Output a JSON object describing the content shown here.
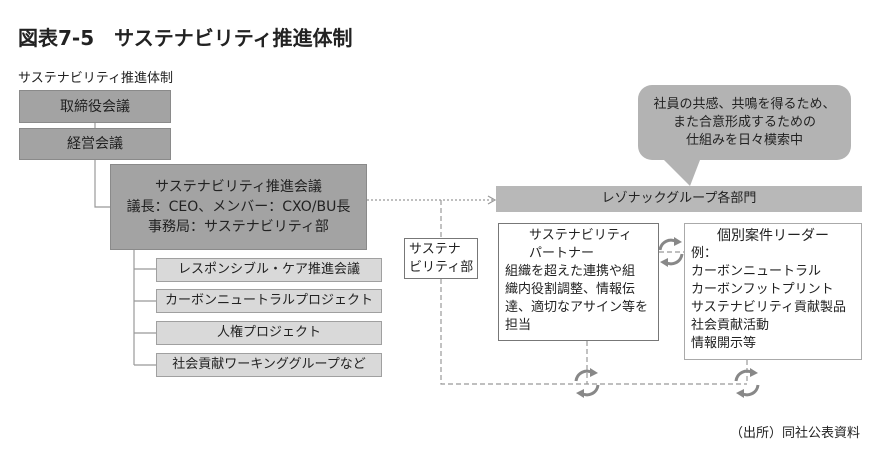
{
  "title": "図表7-5　サステナビリティ推進体制",
  "subtitle": "サステナビリティ推進体制",
  "board": "取締役会議",
  "management": "経営会議",
  "council": {
    "line1": "サステナビリティ推進会議",
    "line2": "議長：CEO、メンバー：CXO/BU長",
    "line3": "事務局：サステナビリティ部"
  },
  "subcommittees": [
    "レスポンシブル・ケア推進会議",
    "カーボンニュートラルプロジェクト",
    "人権プロジェクト",
    "社会貢献ワーキンググループなど"
  ],
  "callout": [
    "社員の共感、共鳴を得るため、",
    "また合意形成するための",
    "仕組みを日々模索中"
  ],
  "departments": "レゾナックグループ各部門",
  "sustainability_dept": [
    "サステナ",
    "ビリティ部"
  ],
  "partner": {
    "title": [
      "サステナビリティ",
      "パートナー"
    ],
    "body": [
      "組織を超えた連携や組",
      "織内役割調整、情報伝",
      "達、適切なアサイン等を",
      "担当"
    ]
  },
  "leader": {
    "title": "個別案件リーダー",
    "items": [
      "例：",
      "カーボンニュートラル",
      "カーボンフットプリント",
      "サステナビリティ貢献製品",
      "社会貢献活動",
      "情報開示等"
    ]
  },
  "source": "（出所）同社公表資料",
  "colors": {
    "dark": "#a3a3a3",
    "light": "#d9d9d9",
    "line": "#999999"
  }
}
